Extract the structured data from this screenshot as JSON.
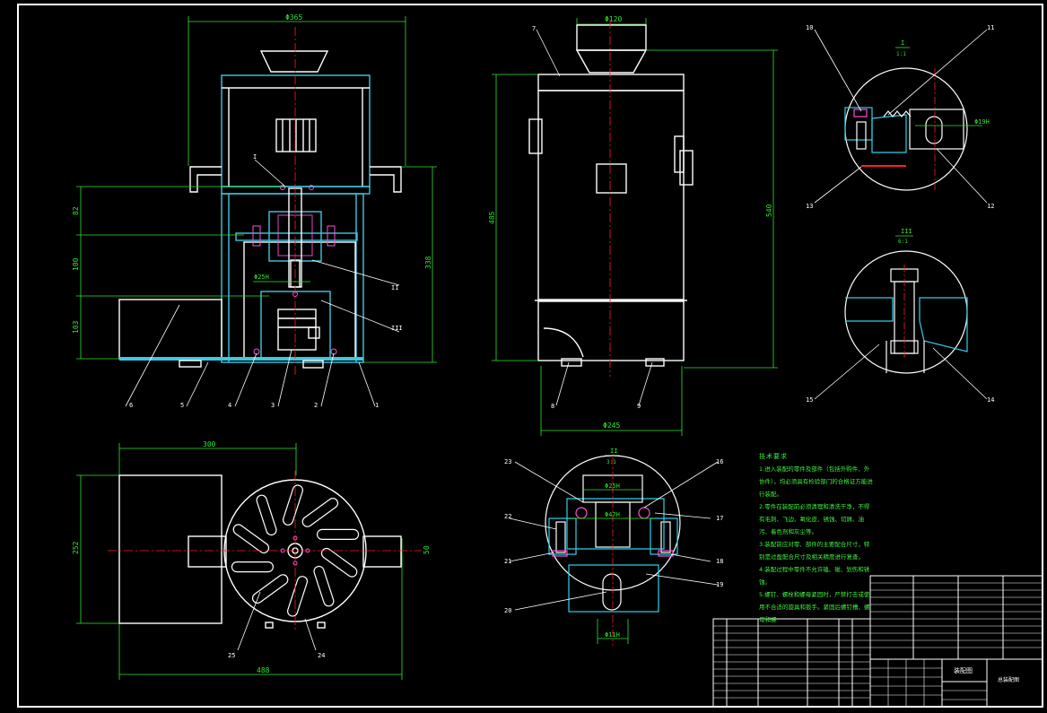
{
  "colors": {
    "outline": "#ffffff",
    "section": "#3fc8e0",
    "dimension": "#2ee62e",
    "center": "#ff2020",
    "hatch": "#30d0e8",
    "bolt": "#ff4fd8",
    "leader": "#ffffff"
  },
  "front_view": {
    "dims": {
      "overall_width": "Φ365",
      "height_total": "338",
      "seg_top": "82",
      "seg_mid": "100",
      "seg_bot": "103",
      "shaft_dia": "Φ25H"
    },
    "detail_refs": {
      "d1": "I",
      "d2": "II",
      "d3": "III"
    },
    "part_numbers": [
      "6",
      "5",
      "4",
      "3",
      "2",
      "1"
    ]
  },
  "side_view": {
    "dims": {
      "top_dia": "Φ120",
      "height_left": "485",
      "height_right": "540",
      "bottom_width": "Φ245"
    },
    "part_numbers": {
      "top": "7",
      "left": "8",
      "right": "9"
    }
  },
  "detail_one": {
    "label": "I",
    "scale": "1:1",
    "dim": "Φ19H",
    "part_numbers": {
      "tl": "10",
      "tr": "11",
      "bl": "13",
      "br": "12"
    }
  },
  "detail_three": {
    "label": "III",
    "scale": "6:1",
    "part_numbers": {
      "bl": "15",
      "br": "14"
    }
  },
  "detail_two": {
    "label": "II",
    "scale": "3:1",
    "dims": {
      "top": "Φ25H",
      "mid": "Φ47H",
      "bot": "Φ11H"
    },
    "part_numbers": {
      "tl": "23",
      "tr": "16",
      "l1": "22",
      "r1": "17",
      "l2": "21",
      "r2": "18",
      "bl": "20",
      "br": "19"
    }
  },
  "plan_view": {
    "dims": {
      "top_width": "300",
      "height": "252",
      "bottom_width": "488",
      "right": "50"
    },
    "part_numbers": {
      "left": "25",
      "right": "24"
    }
  },
  "tech_notes": {
    "title": "技术要求",
    "items": [
      "1.进入装配的零件及部件（包括外购件、外协件），均必须具有检验部门的合格证方能进行装配。",
      "2.零件在装配前必须清理和清洗干净，不得有毛刺、飞边、氧化皮、锈蚀、切屑、油污、着色剂和灰尘等。",
      "3.装配前应对零、部件的主要配合尺寸，特别是过盈配合尺寸及相关精度进行复查。",
      "4.装配过程中零件不允许磕、碰、划伤和锈蚀。",
      "5.螺钉、螺栓和螺母紧固时，严禁打击或使用不合适的旋具和扳手。紧固后螺钉槽、螺母和螺"
    ]
  },
  "title_block": {
    "drawing_name": "装配图",
    "drawing_no": "总装配图"
  }
}
